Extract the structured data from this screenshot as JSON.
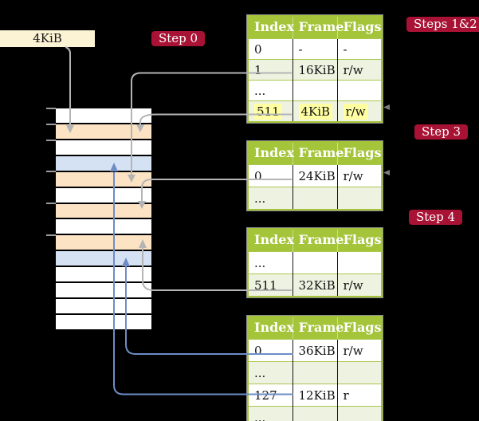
{
  "labels": {
    "frame_size": "4KiB",
    "step0": "Step 0",
    "steps_1_2": "Steps 1&2",
    "step3": "Step 3",
    "step4": "Step 4"
  },
  "tables": [
    {
      "name": "page-table-level4",
      "columns": [
        "Index",
        "Frame",
        "Flags"
      ],
      "rows": [
        {
          "cells": [
            "0",
            "-",
            "-"
          ],
          "shaded": false,
          "highlighted": false
        },
        {
          "cells": [
            "1",
            "16KiB",
            "r/w"
          ],
          "shaded": true,
          "highlighted": false
        },
        {
          "cells": [
            "...",
            "",
            ""
          ],
          "shaded": false,
          "highlighted": false
        },
        {
          "cells": [
            "511",
            "4KiB",
            "r/w"
          ],
          "shaded": true,
          "highlighted": true
        }
      ]
    },
    {
      "name": "page-table-level3",
      "columns": [
        "Index",
        "Frame",
        "Flags"
      ],
      "rows": [
        {
          "cells": [
            "0",
            "24KiB",
            "r/w"
          ],
          "shaded": false,
          "highlighted": false
        },
        {
          "cells": [
            "...",
            "",
            ""
          ],
          "shaded": true,
          "highlighted": false
        }
      ]
    },
    {
      "name": "page-table-level2",
      "columns": [
        "Index",
        "Frame",
        "Flags"
      ],
      "rows": [
        {
          "cells": [
            "...",
            "",
            ""
          ],
          "shaded": false,
          "highlighted": false
        },
        {
          "cells": [
            "511",
            "32KiB",
            "r/w"
          ],
          "shaded": true,
          "highlighted": false
        }
      ]
    },
    {
      "name": "page-table-level1",
      "columns": [
        "Index",
        "Frame",
        "Flags"
      ],
      "rows": [
        {
          "cells": [
            "0",
            "36KiB",
            "r/w"
          ],
          "shaded": false,
          "highlighted": false
        },
        {
          "cells": [
            "...",
            "",
            ""
          ],
          "shaded": true,
          "highlighted": false
        },
        {
          "cells": [
            "127",
            "12KiB",
            "r"
          ],
          "shaded": false,
          "highlighted": false
        },
        {
          "cells": [
            "...",
            "",
            ""
          ],
          "shaded": true,
          "highlighted": false
        }
      ]
    }
  ],
  "memory": {
    "rows": [
      "plain",
      "table",
      "plain",
      "page",
      "table",
      "plain",
      "table",
      "plain",
      "table",
      "page",
      "plain",
      "plain",
      "plain",
      "plain"
    ]
  },
  "colors": {
    "background": "#000000",
    "badge_crimson": "#a81234",
    "table_header_green": "#a4c439",
    "table_row_green": "#eef2e0",
    "size_box_cream": "#fcf2d4",
    "memory_table_peach": "#fce3c4",
    "memory_page_blue": "#d5e2f3",
    "arrow_gray": "#b4b4b4",
    "arrow_blue": "#6e8dc5",
    "highlight_yellow": "#ffffa2"
  }
}
